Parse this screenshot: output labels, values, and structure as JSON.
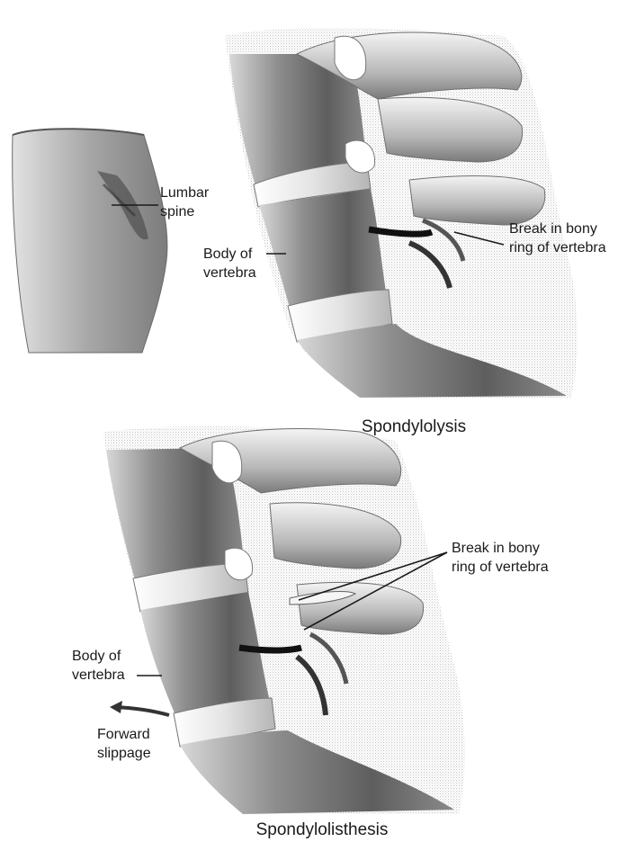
{
  "panels": {
    "top": {
      "caption": "Spondylolysis",
      "labels": {
        "lumbar_spine": [
          "Lumbar",
          "spine"
        ],
        "body_of_vertebra": [
          "Body of",
          "vertebra"
        ],
        "break": [
          "Break in bony",
          "ring of vertebra"
        ]
      }
    },
    "bottom": {
      "caption": "Spondylolisthesis",
      "labels": {
        "break": [
          "Break in bony",
          "ring of vertebra"
        ],
        "body_of_vertebra": [
          "Body of",
          "vertebra"
        ],
        "forward_slippage": [
          "Forward",
          "slippage"
        ]
      }
    }
  },
  "colors": {
    "ink": "#1a1a1a",
    "bone_light": "#e8e8e8",
    "bone_mid": "#a9a9a9",
    "bone_dark": "#5c5c5c"
  }
}
